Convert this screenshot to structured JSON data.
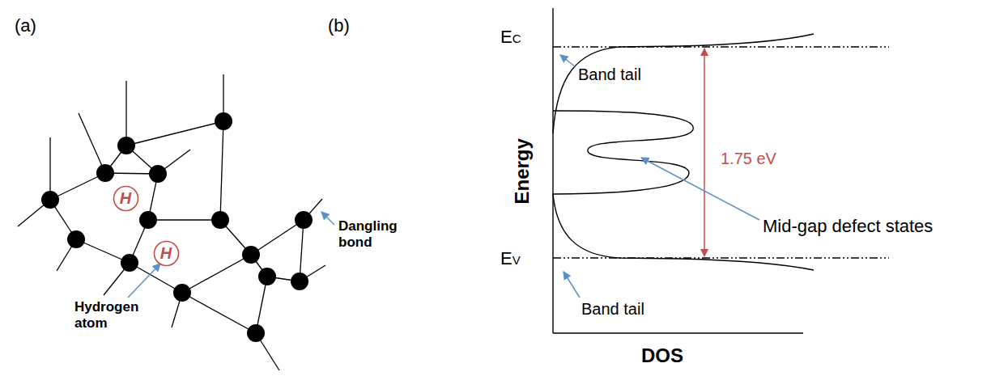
{
  "diagram": {
    "nodes": [
      {
        "text": [
          "H"
        ]
      },
      {
        "text": [
          "H"
        ]
      }
    ],
    "labels": [
      "(a)",
      "(b)",
      "Dangling bond",
      "Hydrogen atom",
      "EC",
      "Band tail",
      "Energy",
      "1.75 eV",
      "Mid-gap defect states",
      "EV",
      "Band tail",
      "DOS"
    ]
  }
}
